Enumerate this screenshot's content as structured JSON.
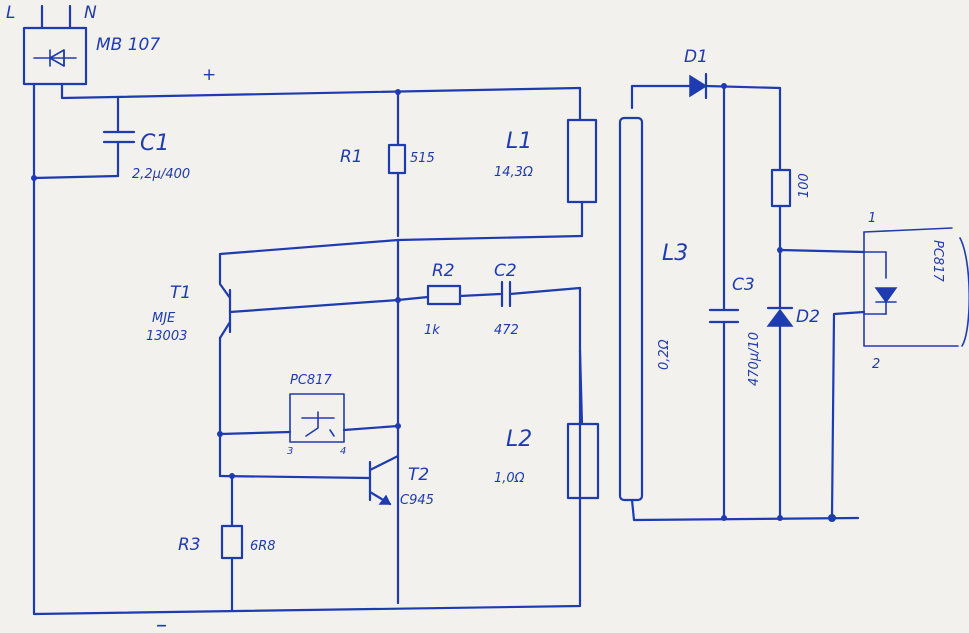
{
  "mains": {
    "l": "L",
    "n": "N"
  },
  "bridge": {
    "name": "MB 107",
    "plus": "+",
    "minus": "–"
  },
  "c1": {
    "name": "C1",
    "value": "2,2µ/400"
  },
  "r1": {
    "name": "R1",
    "value": "515"
  },
  "l1": {
    "name": "L1",
    "value": "14,3Ω"
  },
  "t1": {
    "name": "T1",
    "type_a": "MJE",
    "type_b": "13003"
  },
  "r2": {
    "name": "R2",
    "value": "1k"
  },
  "c2": {
    "name": "C2",
    "value": "472"
  },
  "opto_left": {
    "name": "PC817",
    "pin3": "3",
    "pin4": "4"
  },
  "t2": {
    "name": "T2",
    "type": "C945"
  },
  "r3": {
    "name": "R3",
    "value": "6R8"
  },
  "l2": {
    "name": "L2",
    "value": "1,0Ω"
  },
  "l3": {
    "name": "L3",
    "value": "0,2Ω"
  },
  "d1": {
    "name": "D1"
  },
  "c3": {
    "name": "C3",
    "value": "470µ/10"
  },
  "r_out": {
    "value": "100"
  },
  "d2": {
    "name": "D2"
  },
  "opto_right": {
    "name": "PC817",
    "pin1": "1",
    "pin2": "2"
  }
}
